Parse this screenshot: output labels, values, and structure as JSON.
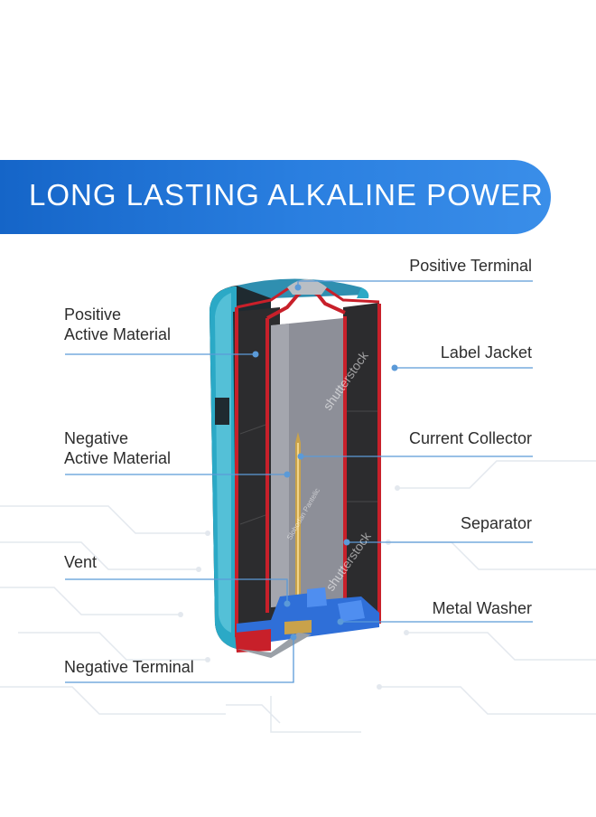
{
  "title": "LONG LASTING ALKALINE POWER",
  "labels": {
    "positive_terminal": "Positive Terminal",
    "positive_active_line1": "Positive",
    "positive_active_line2": "Active Material",
    "label_jacket": "Label Jacket",
    "negative_active_line1": "Negative",
    "negative_active_line2": "Active Material",
    "current_collector": "Current Collector",
    "separator": "Separator",
    "vent": "Vent",
    "metal_washer": "Metal Washer",
    "negative_terminal": "Negative Terminal"
  },
  "watermarks": [
    "shutterstock",
    "Slobodan Pantelic"
  ],
  "colors": {
    "banner": "#1f74d6",
    "leader_line": "#5b9ad8",
    "label_text": "#2d2d2d",
    "casing": "#2ba9c6",
    "separator_red": "#c8202a",
    "negative_material": "#8d8f98",
    "positive_material": "#2c2c2e",
    "collector": "#c9a24a",
    "seal_blue": "#2f6fd8"
  }
}
